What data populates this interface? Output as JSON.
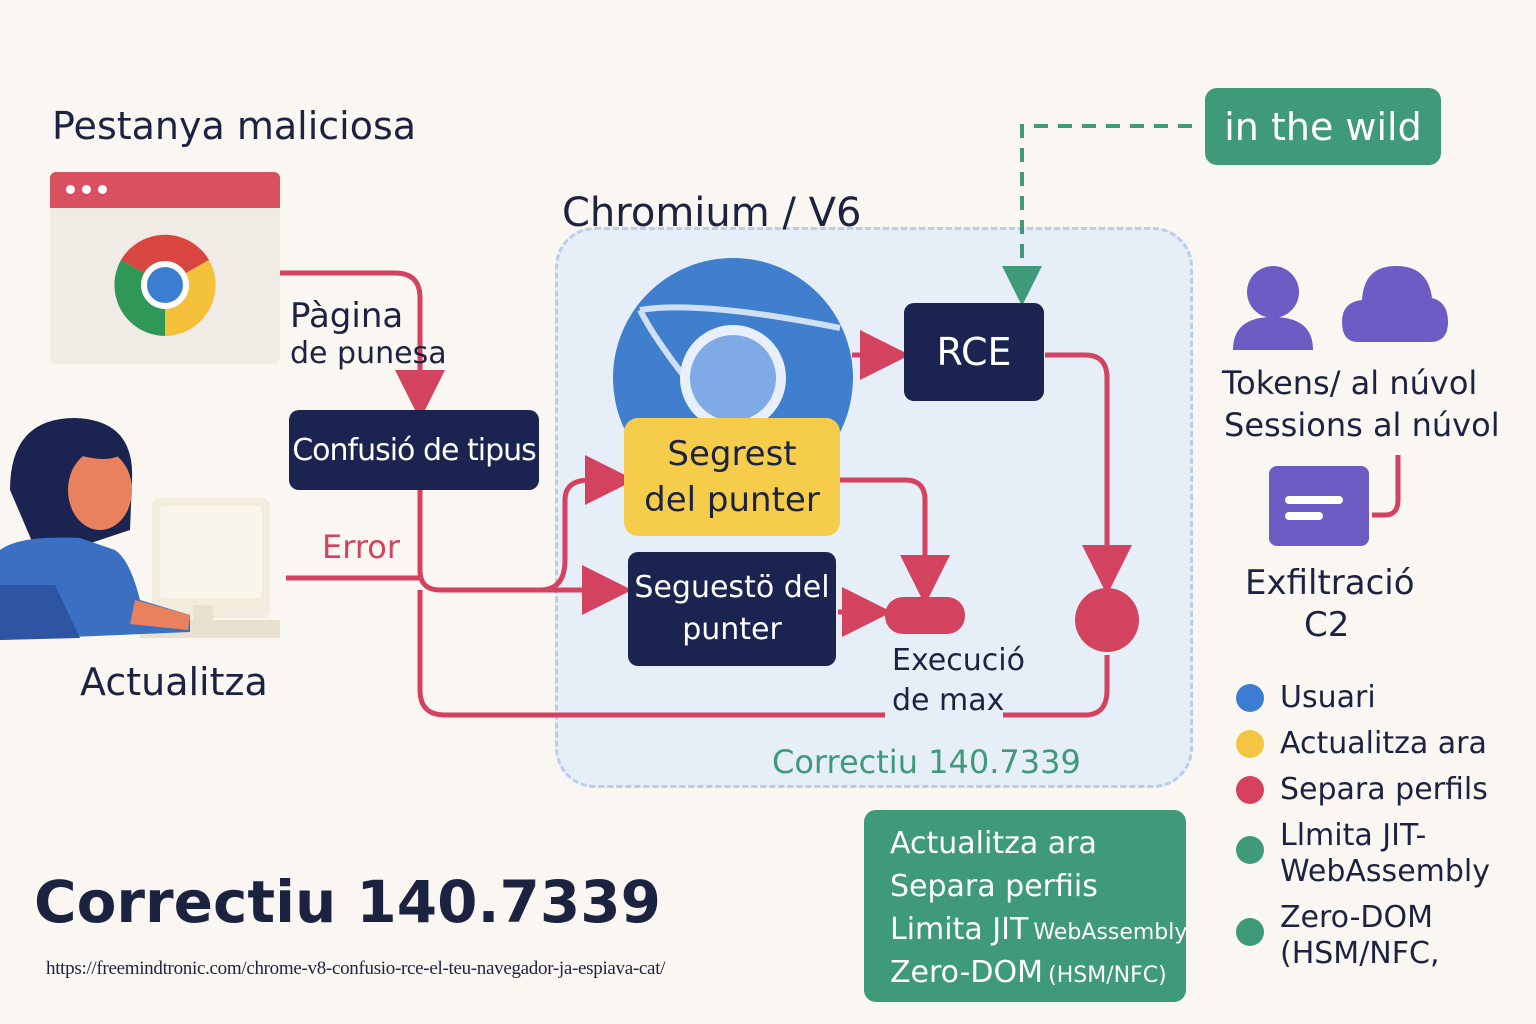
{
  "title": "Correctiu 140.7339",
  "source_url": "https://freemindtronic.com/chrome-v8-confusio-rce-el-teu-navegador-ja-espiava-cat/",
  "malicious_tab": {
    "heading": "Pestanya maliciosa",
    "page_label_line1": "Pàgina",
    "page_label_line2": "de punesa"
  },
  "user": {
    "label": "Actualitza",
    "error_label": "Error"
  },
  "nodes": {
    "type_confusion": "Confusió de tipus",
    "chromium_title": "Chromium / V6",
    "hijack_line1": "Segrest",
    "hijack_line2": "del punter",
    "followup_line1": "Seguestö del",
    "followup_line2": "punter",
    "rce": "RCE",
    "execution_line1": "Execució",
    "execution_line2": "de max",
    "patch_label": "Correctiu 140.7339"
  },
  "in_the_wild": "in the wild",
  "exfil": {
    "tokens_line1": "Tokens/ al núvol",
    "tokens_line2": "Sessions al núvol",
    "label_line1": "Exfiltració",
    "label_line2": "C2"
  },
  "actions": {
    "line1": "Actualitza ara",
    "line2": "Separa perfiis",
    "line3_main": "Limita JIT",
    "line3_small": "WebAssembly",
    "line4_main": "Zero-DOM",
    "line4_small": "(HSM/NFC)"
  },
  "legend": [
    {
      "label": "Usuari",
      "color": "#3b7dd0"
    },
    {
      "label": "Actualitza ara",
      "color": "#f4c542"
    },
    {
      "label": "Separa perfils",
      "color": "#d6415f"
    },
    {
      "label": "Llmita JIT-\nWebAssembly",
      "color": "#3e9a79"
    },
    {
      "label": "Zero-DOM\n(HSM/NFC,",
      "color": "#3e9a79"
    }
  ],
  "colors": {
    "navy": "#1b2350",
    "arrow": "#d3425f",
    "green": "#3e9a79",
    "yellow": "#f6cd4a",
    "blue": "#3b7dd0",
    "purple": "#6c5cc4",
    "background": "#faf7f2"
  },
  "icons": [
    "browser-window-icon",
    "chrome-logo-icon",
    "user-at-computer-icon",
    "user-icon",
    "cloud-icon",
    "message-icon"
  ]
}
